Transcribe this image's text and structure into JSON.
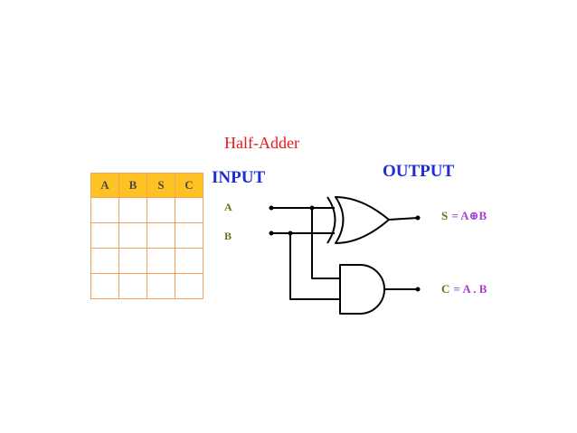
{
  "title": "Half-Adder",
  "input_heading": "INPUT",
  "output_heading": "OUTPUT",
  "inputs": {
    "a": "A",
    "b": "B"
  },
  "outputs": {
    "sum": {
      "var": "S",
      "expr": "= A⊕B"
    },
    "carry": {
      "var": "C",
      "expr": "= A . B"
    }
  },
  "truth_table": {
    "headers": [
      "A",
      "B",
      "S",
      "C"
    ],
    "rows": [
      [
        "",
        "",
        "",
        ""
      ],
      [
        "",
        "",
        "",
        ""
      ],
      [
        "",
        "",
        "",
        ""
      ],
      [
        "",
        "",
        "",
        ""
      ]
    ]
  },
  "colors": {
    "title": "#e4191e",
    "heading": "#1f2bd6",
    "label": "#6b7214",
    "expression": "#a53fd6",
    "table_header": "#fec224",
    "table_border": "#f5a25a"
  }
}
